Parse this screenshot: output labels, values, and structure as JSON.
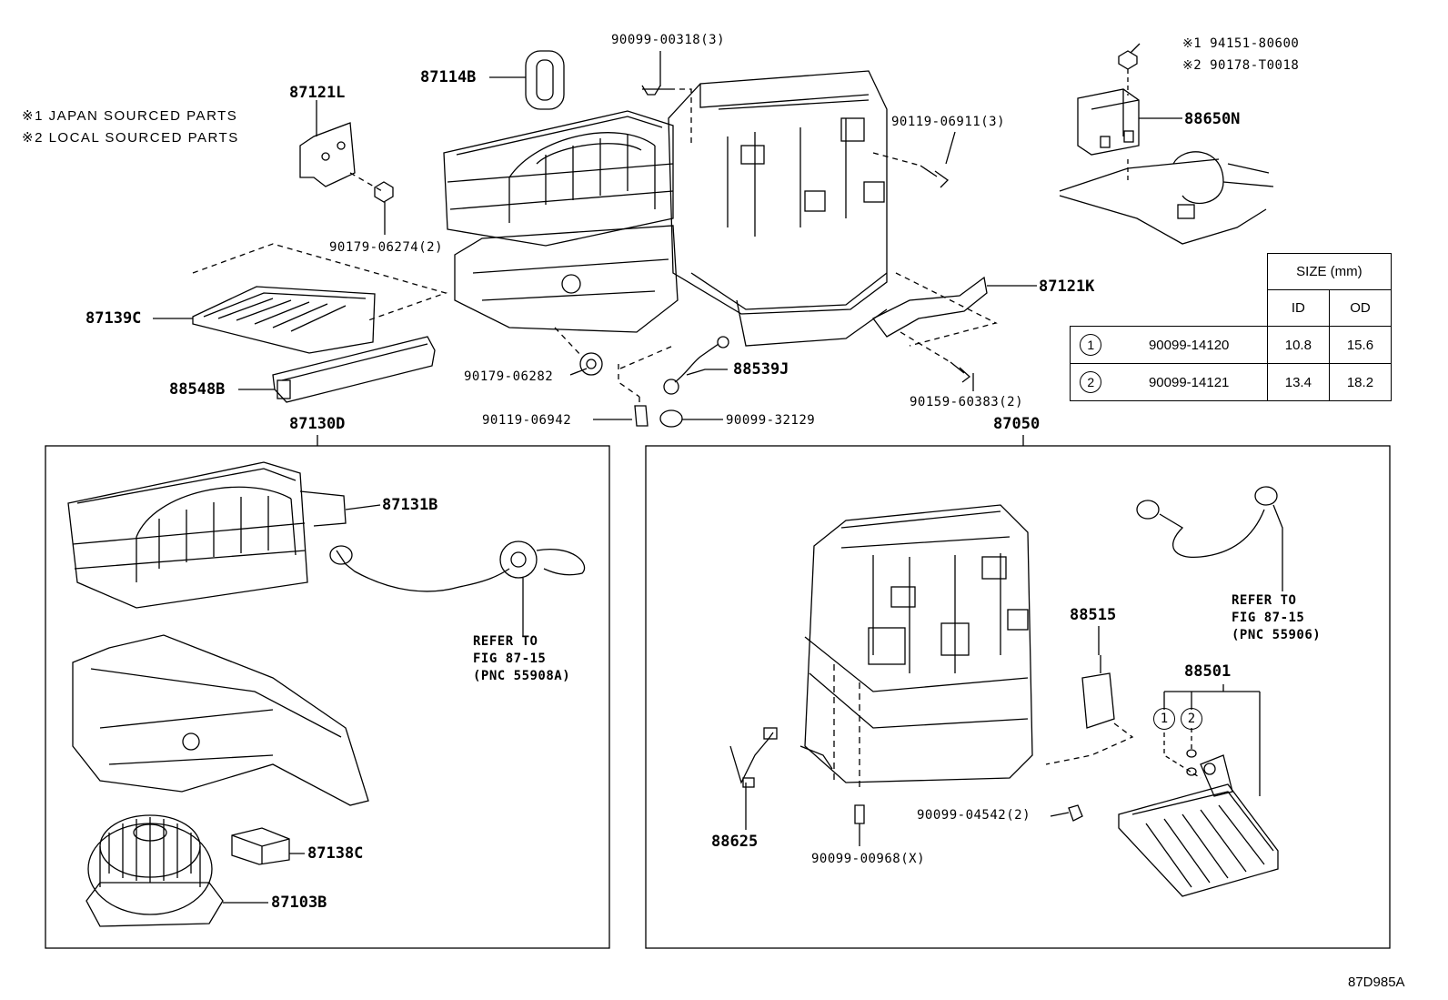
{
  "figure_id": "87D985A",
  "notes": [
    {
      "marker": "※1",
      "text": "JAPAN SOURCED PARTS"
    },
    {
      "marker": "※2",
      "text": "LOCAL SOURCED PARTS"
    }
  ],
  "labels": {
    "p87121L": "87121L",
    "p87114B": "87114B",
    "p90099_00318": "90099-00318(3)",
    "p90119_06911": "90119-06911(3)",
    "p90179_06274": "90179-06274(2)",
    "p87139C": "87139C",
    "p88548B": "88548B",
    "p90179_06282": "90179-06282",
    "p88539J": "88539J",
    "p87121K": "87121K",
    "p90159_60383": "90159-60383(2)",
    "p90119_06942": "90119-06942",
    "p90099_32129": "90099-32129",
    "p87130D": "87130D",
    "p87050": "87050",
    "p88650N": "88650N",
    "p94151_80600": "※1 94151-80600",
    "p90178_T0018": "※2 90178-T0018",
    "p87131B": "87131B",
    "p87138C": "87138C",
    "p87103B": "87103B",
    "p88625": "88625",
    "p90099_00968": "90099-00968(X)",
    "p90099_04542": "90099-04542(2)",
    "p88515": "88515",
    "p88501": "88501",
    "circ1": "1",
    "circ2": "2"
  },
  "refer_left": [
    "REFER TO",
    "FIG 87-15",
    "(PNC 55908A)"
  ],
  "refer_right": [
    "REFER TO",
    "FIG 87-15",
    "(PNC 55906)"
  ],
  "size_table": {
    "header": "SIZE (mm)",
    "col_id": "ID",
    "col_od": "OD",
    "rows": [
      {
        "mark": "1",
        "part": "90099-14120",
        "id": "10.8",
        "od": "15.6"
      },
      {
        "mark": "2",
        "part": "90099-14121",
        "id": "13.4",
        "od": "18.2"
      }
    ]
  }
}
